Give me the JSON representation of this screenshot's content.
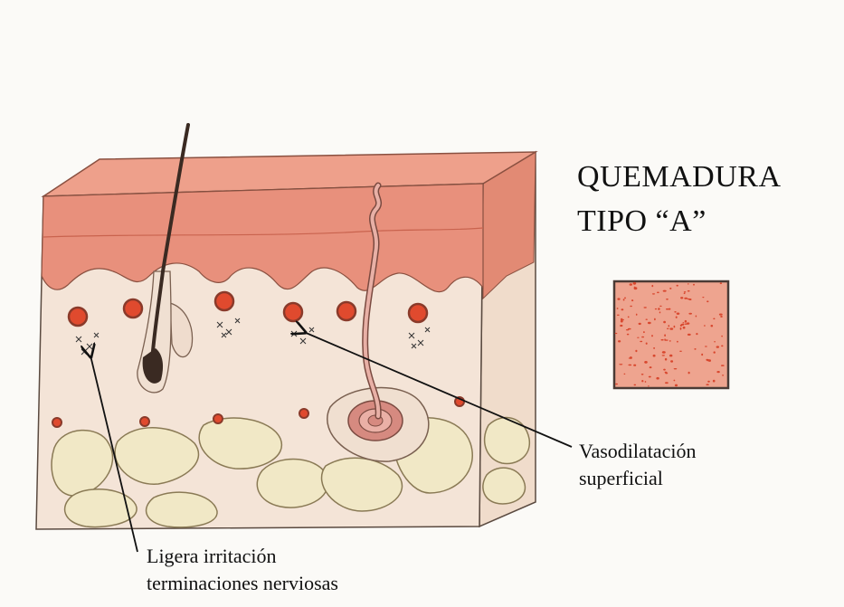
{
  "title": {
    "line1": "QUEMADURA",
    "line2": "TIPO “A”"
  },
  "labels": {
    "vasodilatacion": {
      "line1": "Vasodilatación",
      "line2": "superficial"
    },
    "irritacion": {
      "line1": "Ligera irritación",
      "line2": "terminaciones nerviosas"
    }
  },
  "colors": {
    "epidermis": "#e8907c",
    "epidermis_dark": "#d9735f",
    "dermis": "#f3e3d6",
    "fat": "#f1e8c6",
    "fat_edge": "#8a7a55",
    "vessel": "#e04a2e",
    "swatch": "#eea48f",
    "swatch_dots": "#d8472e",
    "outline": "#5a4a40"
  }
}
